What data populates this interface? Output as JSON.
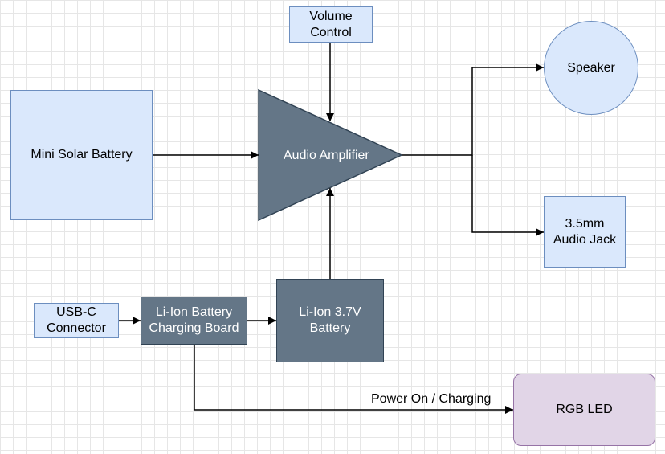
{
  "nodes": {
    "volume_control": "Volume\nControl",
    "mini_solar_battery": "Mini Solar Battery",
    "audio_amplifier": "Audio Amplifier",
    "speaker": "Speaker",
    "audio_jack": "3.5mm\nAudio Jack",
    "usb_c_connector": "USB-C\nConnector",
    "charging_board": "Li-Ion Battery\nCharging Board",
    "li_ion_battery": "Li-Ion 3.7V\nBattery",
    "rgb_led": "RGB LED"
  },
  "edges": {
    "power_on_charging": "Power On / Charging"
  },
  "colors": {
    "light_fill": "#dae8fc",
    "light_stroke": "#6c8ebf",
    "dark_fill": "#647687",
    "dark_stroke": "#314354",
    "led_fill": "#e1d5e7",
    "led_stroke": "#9673a6"
  }
}
